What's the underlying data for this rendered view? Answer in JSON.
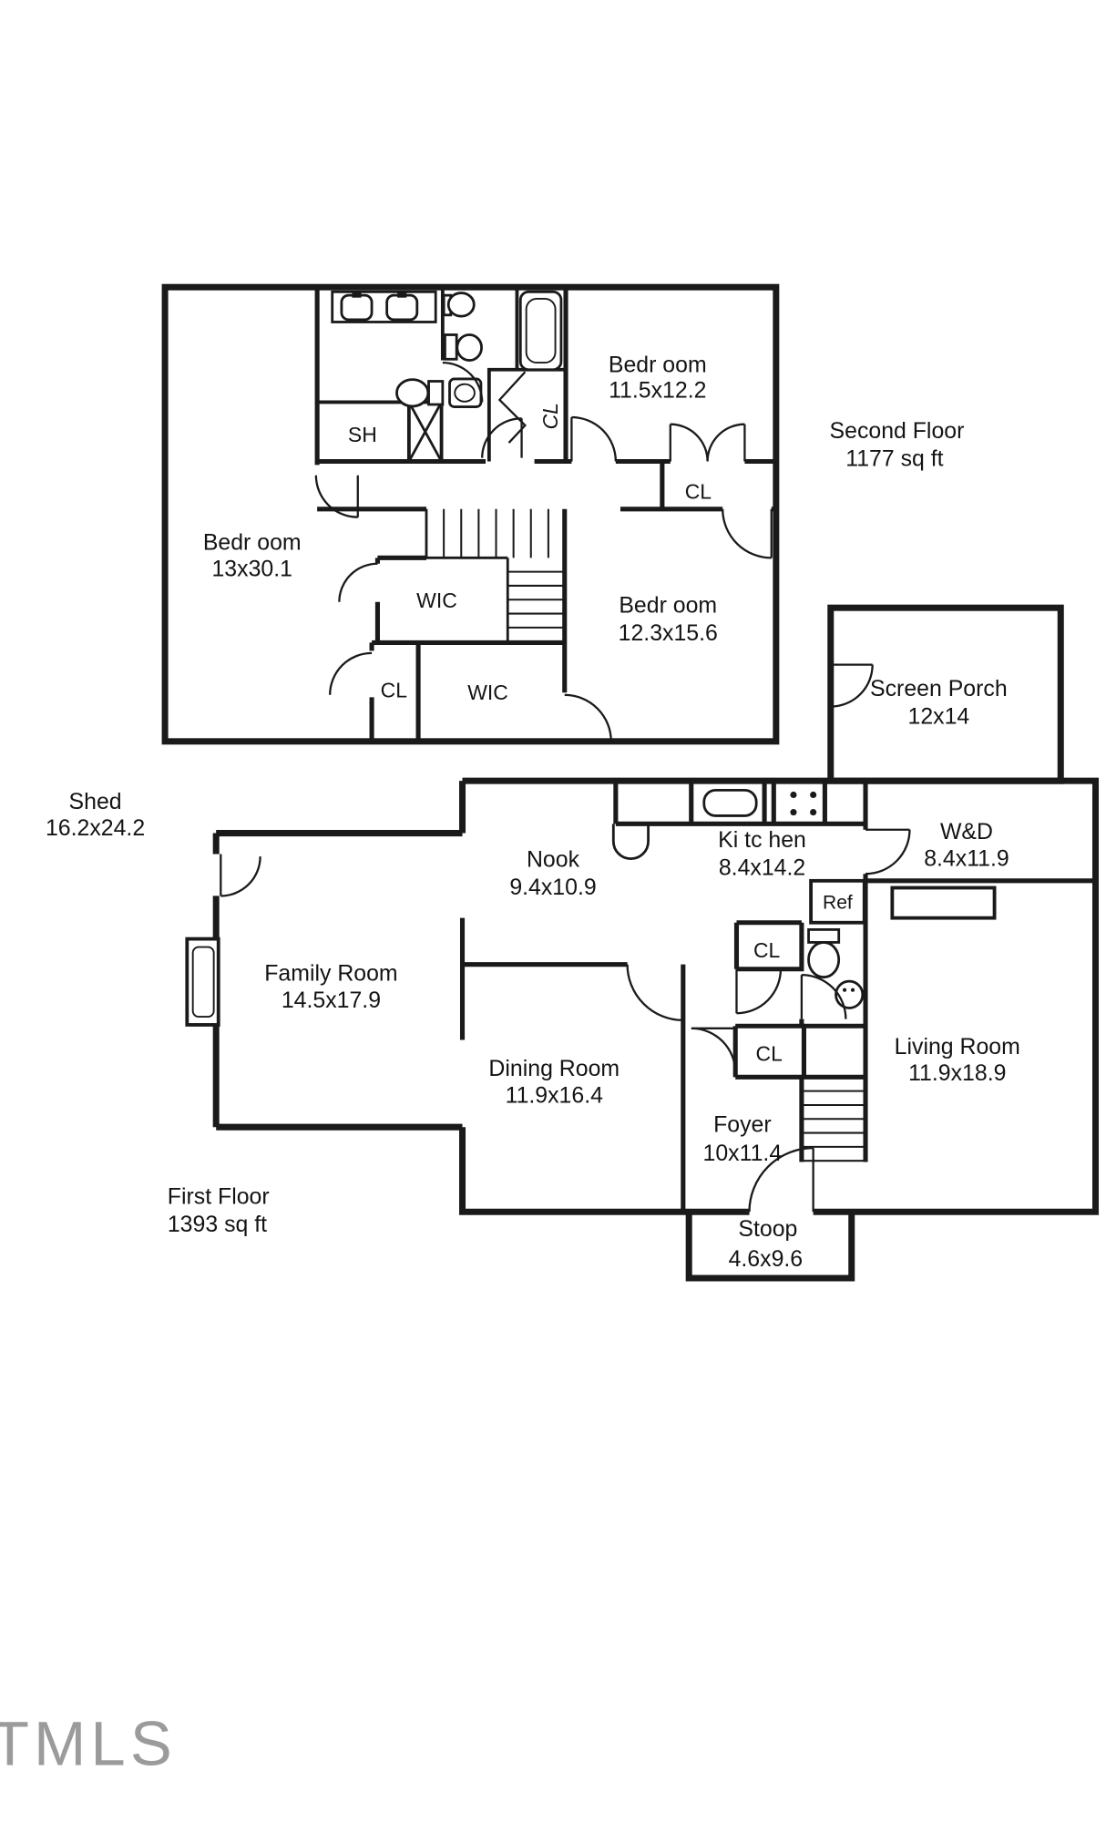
{
  "colors": {
    "background": "#ffffff",
    "wall": "#1a1a1a",
    "watermark": "#9b9b9b"
  },
  "watermark": "TMLS",
  "second_floor": {
    "title": "Second Floor",
    "area": "1177 sq ft",
    "bedroom_top": {
      "name": "Bedr oom",
      "dims": "11.5x12.2"
    },
    "bedroom_left": {
      "name": "Bedr oom",
      "dims": "13x30.1"
    },
    "bedroom_bottom": {
      "name": "Bedr oom",
      "dims": "12.3x15.6"
    },
    "shower": "SH",
    "closet_hall": "CL",
    "closet_bath": "CL",
    "closet_bottom": "CL",
    "wic_upper": "WIC",
    "wic_lower": "WIC"
  },
  "screen_porch": {
    "name": "Screen Porch",
    "dims": "12x14"
  },
  "first_floor": {
    "title": "First Floor",
    "area": "1393 sq ft",
    "shed": {
      "name": "Shed",
      "dims": "16.2x24.2"
    },
    "nook": {
      "name": "Nook",
      "dims": "9.4x10.9"
    },
    "kitchen": {
      "name": "Ki tc hen",
      "dims": "8.4x14.2"
    },
    "washer_dryer": {
      "name": "W&D",
      "dims": "8.4x11.9"
    },
    "family_room": {
      "name": "Family Room",
      "dims": "14.5x17.9"
    },
    "dining_room": {
      "name": "Dining Room",
      "dims": "11.9x16.4"
    },
    "living_room": {
      "name": "Living Room",
      "dims": "11.9x18.9"
    },
    "foyer": {
      "name": "Foyer",
      "dims": "10x11.4"
    },
    "stoop": {
      "name": "Stoop",
      "dims": "4.6x9.6"
    },
    "fridge": "Ref",
    "closet_kitchen": "CL",
    "closet_foyer": "CL"
  }
}
